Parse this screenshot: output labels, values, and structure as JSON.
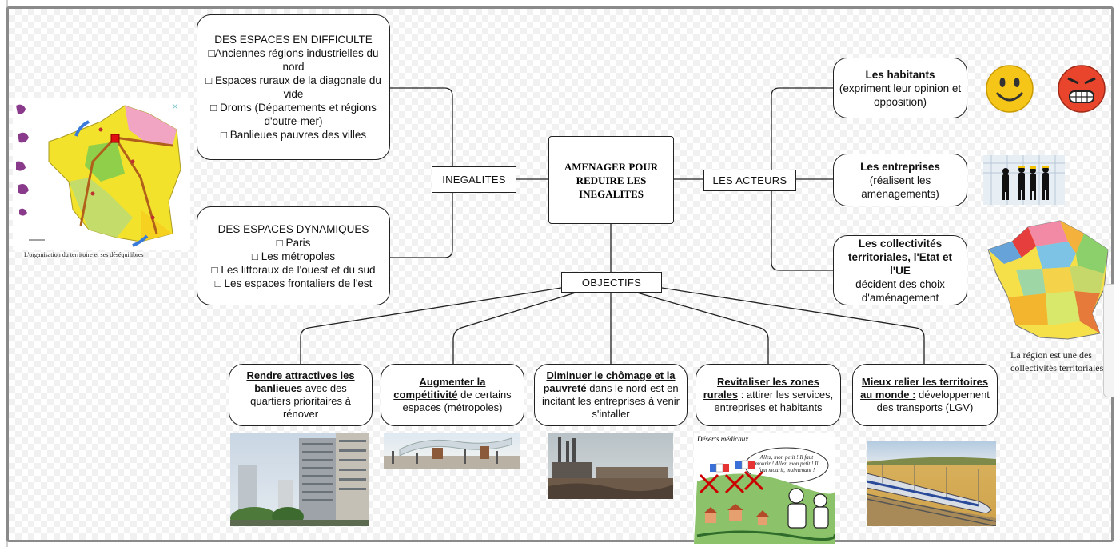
{
  "center": {
    "title": "AMENAGER POUR REDUIRE LES INEGALITES"
  },
  "labels": {
    "inegalites": "INEGALITES",
    "acteurs": "LES ACTEURS",
    "objectifs": "OBJECTIFS"
  },
  "difficulte": {
    "title": "DES ESPACES EN DIFFICULTE",
    "items": [
      "□Anciennes régions industrielles du nord",
      "□ Espaces ruraux de la diagonale du vide",
      "□ Droms (Départements et régions d'outre-mer)",
      "□ Banlieues pauvres des villes"
    ]
  },
  "dynamiques": {
    "title": "DES ESPACES DYNAMIQUES",
    "items": [
      "□ Paris",
      "□ Les métropoles",
      "□ Les littoraux de l'ouest et du sud",
      "□ Les espaces frontaliers de l'est"
    ]
  },
  "acteurs": [
    {
      "title": "Les habitants",
      "text": "(expriment leur opinion et opposition)"
    },
    {
      "title": "Les entreprises",
      "text": "(réalisent les aménagements)"
    },
    {
      "title": "Les collectivités territoriales, l'Etat et l'UE",
      "text": "décident des choix d'aménagement"
    }
  ],
  "objectifs": [
    {
      "title": "Rendre attractives les banlieues",
      "text": " avec des quartiers prioritaires à rénover"
    },
    {
      "title": "Augmenter la compétitivité",
      "text": " de certains espaces (métropoles)"
    },
    {
      "title": "Diminuer le chômage et la pauvreté",
      "text": " dans le nord-est en incitant les entreprises à venir s'intaller"
    },
    {
      "title": "Revitaliser les zones rurales",
      "text": " : attirer les services, entreprises et habitants"
    },
    {
      "title": "Mieux relier les territoires au monde :",
      "text": " développement des transports (LGV)"
    }
  ],
  "captions": {
    "map_left": "L'organisation du territoire et ses déséquilibres",
    "map_right": "La région est une des collectivités territoriales",
    "cartoon_title": "Déserts médicaux",
    "cartoon_speech": "Allez, mon petit ! Il faut mourir ! Allez, mon petit ! Il faut mourir, maintenant !"
  },
  "colors": {
    "line": "#222222",
    "box_border": "#222222",
    "smiley": "#f5c518",
    "angry": "#e8452c"
  }
}
